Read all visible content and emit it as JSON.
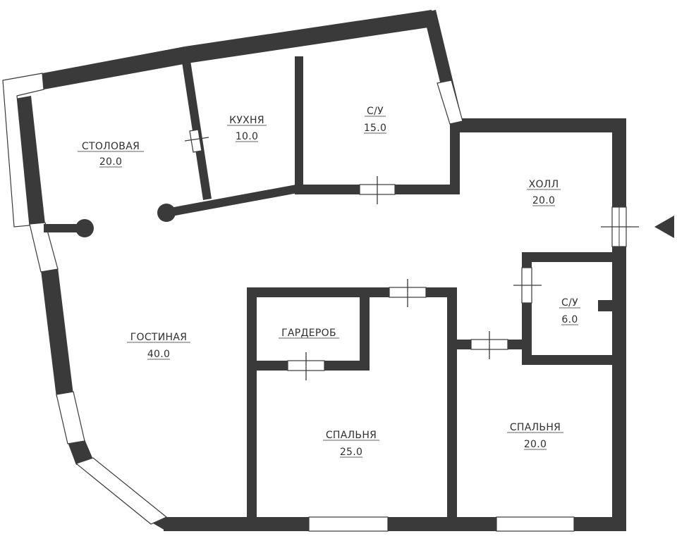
{
  "rooms": [
    {
      "name": "СТОЛОВАЯ",
      "area": "20.0"
    },
    {
      "name": "КУХНЯ",
      "area": "10.0"
    },
    {
      "name": "С/У",
      "area": "15.0"
    },
    {
      "name": "ХОЛЛ",
      "area": "20.0"
    },
    {
      "name": "С/У",
      "area": "6.0"
    },
    {
      "name": "ГАРДЕРОБ",
      "area": ""
    },
    {
      "name": "ГОСТИНАЯ",
      "area": "40.0"
    },
    {
      "name": "СПАЛЬНЯ",
      "area": "25.0"
    },
    {
      "name": "СПАЛЬНЯ",
      "area": "20.0"
    }
  ],
  "colors": {
    "wall": "#3a3a3a",
    "background": "#ffffff",
    "text": "#2f2f2f"
  },
  "icons": {
    "entrance": "entrance-arrow-icon"
  }
}
